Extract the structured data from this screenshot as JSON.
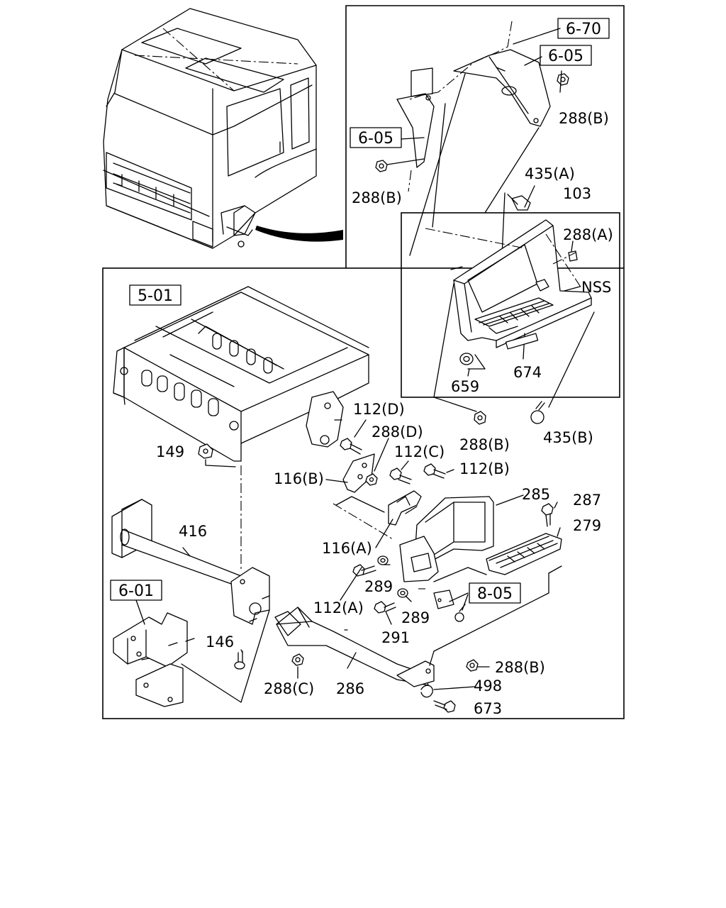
{
  "labels": {
    "ref_670": "6-70",
    "ref_605_top": "6-05",
    "ref_605_left": "6-05",
    "ref_501": "5-01",
    "ref_601": "6-01",
    "ref_805": "8-05",
    "p288b_1": "288(B)",
    "p288b_2": "288(B)",
    "p288b_3": "288(B)",
    "p288b_4": "288(B)",
    "p288a": "288(A)",
    "p288c": "288(C)",
    "p288d": "288(D)",
    "p435a": "435(A)",
    "p435b": "435(B)",
    "p103": "103",
    "nss": "NSS",
    "p674": "674",
    "p659": "659",
    "p112d": "112(D)",
    "p112c": "112(C)",
    "p112b": "112(B)",
    "p112a": "112(A)",
    "p149": "149",
    "p116b": "116(B)",
    "p116a": "116(A)",
    "p285": "285",
    "p287": "287",
    "p279": "279",
    "p416": "416",
    "p289_1": "289",
    "p289_2": "289",
    "p291": "291",
    "p146": "146",
    "p286": "286",
    "p498": "498",
    "p673": "673"
  }
}
